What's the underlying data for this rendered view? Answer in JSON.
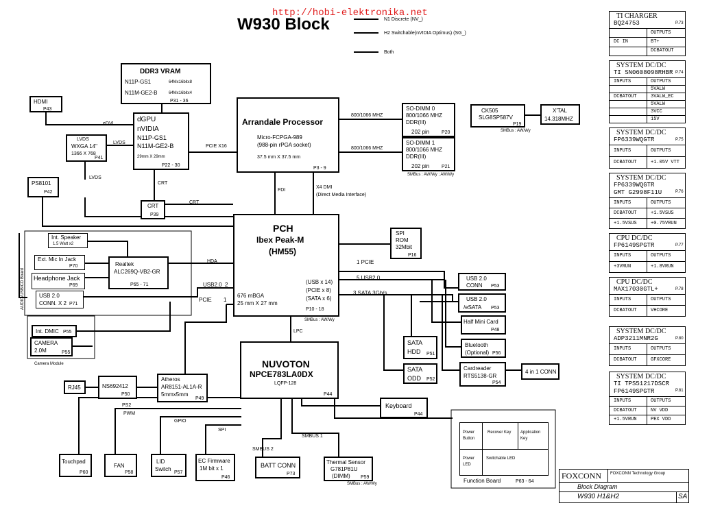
{
  "watermark": "http://hobi-elektronika.net",
  "title": "W930 Block",
  "legend": {
    "discrete": "N1 Discrete (NV_)",
    "switchable": "H2 Switchable(nVIDIA Optimus) (SG_)",
    "both": "Both"
  },
  "vram": {
    "title": "DDR3 VRAM",
    "row1a": "N11P-GS1",
    "row1b": "64Mx16bitx8",
    "row2a": "N11M-GE2-B",
    "row2b": "64Mx16bitx4",
    "page": "P31 - 36"
  },
  "hdmi": {
    "label": "HDMI",
    "page": "P43"
  },
  "dgpu": {
    "l1": "dGPU",
    "l2": "nVIDIA",
    "l3": "N11P-GS1",
    "l4": "N11M-GE2-B",
    "size": "29mm X 29mm",
    "page": "P22 - 30"
  },
  "lvds": {
    "l1": "LVDS",
    "l2": "WXGA 14\"",
    "l3": "1366 X 768",
    "page": "P41"
  },
  "ps8101": {
    "label": "PS8101",
    "page": "P42"
  },
  "crt": {
    "label": "CRT",
    "page": "P39"
  },
  "cpu": {
    "title": "Arrandale Processor",
    "l1": "Micro-FCPGA-989",
    "l2": "(988-pin rPGA socket)",
    "size": "37.5 mm X 37.5 mm",
    "page": "P3 - 9"
  },
  "sodimm0": {
    "l1": "SO-DIMM 0",
    "l2": "800/1066 MHZ",
    "l3": "DDR(III)",
    "l4": "202 pin",
    "page": "P20"
  },
  "sodimm1": {
    "l1": "SO-DIMM 1",
    "l2": "800/1066 MHZ",
    "l3": "DDR(III)",
    "l4": "202 pin",
    "page": "P21"
  },
  "clock": {
    "l1": "CK505",
    "l2": "SLG8SP587V",
    "page": "P19"
  },
  "xtal": {
    "l1": "X'TAL",
    "l2": "14.318MHZ"
  },
  "pch": {
    "l1": "PCH",
    "l2": "Ibex Peak-M",
    "l3": "(HM55)",
    "l4": "676 mBGA",
    "l5": "25 mm X 27 mm",
    "usb": "(USB x 14)",
    "pcie": "(PCIE x 8)",
    "sata": "(SATA x 6)",
    "page": "P10 - 18"
  },
  "spirom": {
    "l1": "SPI",
    "l2": "ROM",
    "l3": "32Mbit",
    "page": "P16"
  },
  "speaker": {
    "l1": "Int. Speaker",
    "l2": "1.5 Watt x2"
  },
  "micjack": {
    "label": "Ext. Mic In Jack",
    "page": "P70"
  },
  "hpjack": {
    "label": "Headphone Jack",
    "page": "P69"
  },
  "usbconn": {
    "l1": "USB 2.0",
    "l2": "CONN. X 2",
    "page": "P71"
  },
  "realtek": {
    "l1": "Realtek",
    "l2": "ALC269Q-VB2-GR",
    "page": "P65 - 71"
  },
  "audio_board": "AUDIO/USB/CD Board",
  "dmic": {
    "label": "Int. DMIC",
    "page": "P55"
  },
  "camera": {
    "l1": "CAMERA",
    "l2": "2.0M",
    "page": "P55",
    "module": "Camera Module"
  },
  "usb53": {
    "l1": "USB 2.0",
    "l2": "CONN",
    "page": "P53"
  },
  "usb53b": {
    "l1": "USB 2.0",
    "l2": "/eSATA",
    "page": "P53"
  },
  "minicard": {
    "label": "Half Mini Card",
    "page": "P48"
  },
  "hdd": {
    "l1": "SATA",
    "l2": "HDD",
    "page": "P51"
  },
  "odd": {
    "l1": "SATA",
    "l2": "ODD",
    "page": "P52"
  },
  "bluetooth": {
    "l1": "Bluetooth",
    "l2": "(Optional)",
    "page": "P56"
  },
  "cardreader": {
    "l1": "Cardreader",
    "l2": "RTS5138-GR",
    "page": "P54"
  },
  "fourin1": {
    "label": "4 in 1 CONN"
  },
  "nuvoton": {
    "l1": "NUVOTON",
    "l2": "NPCE783LA0DX",
    "l3": "LQFP-128",
    "page": "P44"
  },
  "rj45": {
    "label": "RJ45"
  },
  "ns": {
    "label": "NS692412",
    "page": "P50"
  },
  "atheros": {
    "l1": "Atheros",
    "l2": "AR8151-AL1A-R",
    "l3": "5mmx5mm",
    "page": "P49"
  },
  "keyboard": {
    "label": "Keyboard",
    "page": "P44"
  },
  "touchpad": {
    "label": "Touchpad",
    "page": "P60"
  },
  "fan": {
    "label": "FAN",
    "page": "P58"
  },
  "lid": {
    "l1": "LID",
    "l2": "Switch",
    "page": "P57"
  },
  "ecfw": {
    "l1": "EC Firmware",
    "l2": "1M bit x 1",
    "page": "P46"
  },
  "batt": {
    "label": "BATT CONN",
    "page": "P73"
  },
  "thermal": {
    "l1": "Thermal Sensor",
    "l2": "G781P81U",
    "l3": "(DIMM)",
    "page": "P59"
  },
  "fnboard": {
    "title": "Function Board",
    "page": "P63 - 64",
    "pwr_btn": "Power Button",
    "recover": "Recover Key",
    "app": "Application Key",
    "pwr_led": "Power LED",
    "sw_led": "Switchable LED"
  },
  "signals": {
    "edvi": "eDVI",
    "lvds": "LVDS",
    "pciex16": "PCIE X16",
    "lvds2": "LVDS",
    "crt": "CRT",
    "crt2": "CRT",
    "fdi": "FDI",
    "dmi": "X4 DMI",
    "dmi2": "(Direct Media Interface)",
    "mem0": "800/1066 MHZ",
    "mem1": "800/1066 MHZ",
    "hda": "HDA",
    "usb20": "USB2.0",
    "pcie": "PCIE",
    "usb2x2": "2",
    "pcie1": "1",
    "pcie1b": "1 PCIE",
    "usb5": "5 USB2.0",
    "sata3": "3 SATA 3Gb/s",
    "lpc": "LPC",
    "ps2": "PS2",
    "pwm": "PWM",
    "gpio": "GPIO",
    "spi": "SPI",
    "smbus1": "SMBUS 1",
    "smbus2": "SMBUS 2",
    "smbus_pch": "SMBus : AW/Wy",
    "smbus_clk": "SMBus : AW/Wy",
    "smbus_dimm": "SMBus : AW/Wy ; AW/Wy",
    "smbus_thermal": "SMBus : AW/Wy"
  },
  "power": [
    {
      "title": "TI CHARGER",
      "part": "BQ24753",
      "page": "P.73",
      "rows": [
        [
          "",
          "OUTPUTS"
        ],
        [
          "DC IN",
          "BT+"
        ],
        [
          "",
          "DCBATOUT"
        ]
      ]
    },
    {
      "title": "SYSTEM DC/DC",
      "part": "TI SN0608098RHBR",
      "page": "P.74",
      "rows": [
        [
          "INPUTS",
          "OUTPUTS"
        ],
        [
          "",
          "5VALW"
        ],
        [
          "DCBATOUT",
          "3VALW_EC"
        ],
        [
          "",
          "5VALW"
        ],
        [
          "",
          "3VCC"
        ],
        [
          "",
          "15V"
        ]
      ]
    },
    {
      "title": "SYSTEM DC/DC",
      "part": "FP6339WQGTR",
      "page": "P.75",
      "rows": [
        [
          "INPUTS",
          "OUTPUTS"
        ],
        [
          "DCBATOUT",
          "+1.05V VTT"
        ]
      ]
    },
    {
      "title": "SYSTEM DC/DC",
      "part": "FP6339WQGTR",
      "part2": "GMT G2998F11U",
      "page": "P.76",
      "rows": [
        [
          "INPUTS",
          "OUTPUTS"
        ],
        [
          "DCBATOUT",
          "+1.5VSUS"
        ],
        [
          "+1.5VSUS",
          "+0.75VRUN"
        ]
      ]
    },
    {
      "title": "CPU DC/DC",
      "part": "FP6149SPGTR",
      "page": "P.77",
      "rows": [
        [
          "INPUTS",
          "OUTPUTS"
        ],
        [
          "+3VRUN",
          "+1.8VRUN"
        ]
      ]
    },
    {
      "title": "CPU DC/DC",
      "part": "MAX17030GTL+",
      "page": "P.78",
      "rows": [
        [
          "INPUTS",
          "OUTPUTS"
        ],
        [
          "DCBATOUT",
          "VHCORE"
        ]
      ]
    },
    {
      "title": "SYSTEM DC/DC",
      "part": "ADP3211MNR2G",
      "page": "P.80",
      "rows": [
        [
          "INPUTS",
          "OUTPUTS"
        ],
        [
          "DCBATOUT",
          "GFXCORE"
        ]
      ]
    },
    {
      "title": "SYSTEM DC/DC",
      "part": "TI TPS51217DSCR",
      "part2": "FP6149SPGTR",
      "page": "P.81",
      "rows": [
        [
          "INPUTS",
          "OUTPUTS"
        ],
        [
          "DCBATOUT",
          "NV VDD"
        ],
        [
          "+1.5VRUN",
          "PEX VDD"
        ]
      ]
    }
  ],
  "titleblock": {
    "company": "FOXCONN",
    "subtitle": "Block Diagram",
    "model": "W930 H1&H2",
    "rev": "SA",
    "info": "FOXCONN Technology Group"
  }
}
